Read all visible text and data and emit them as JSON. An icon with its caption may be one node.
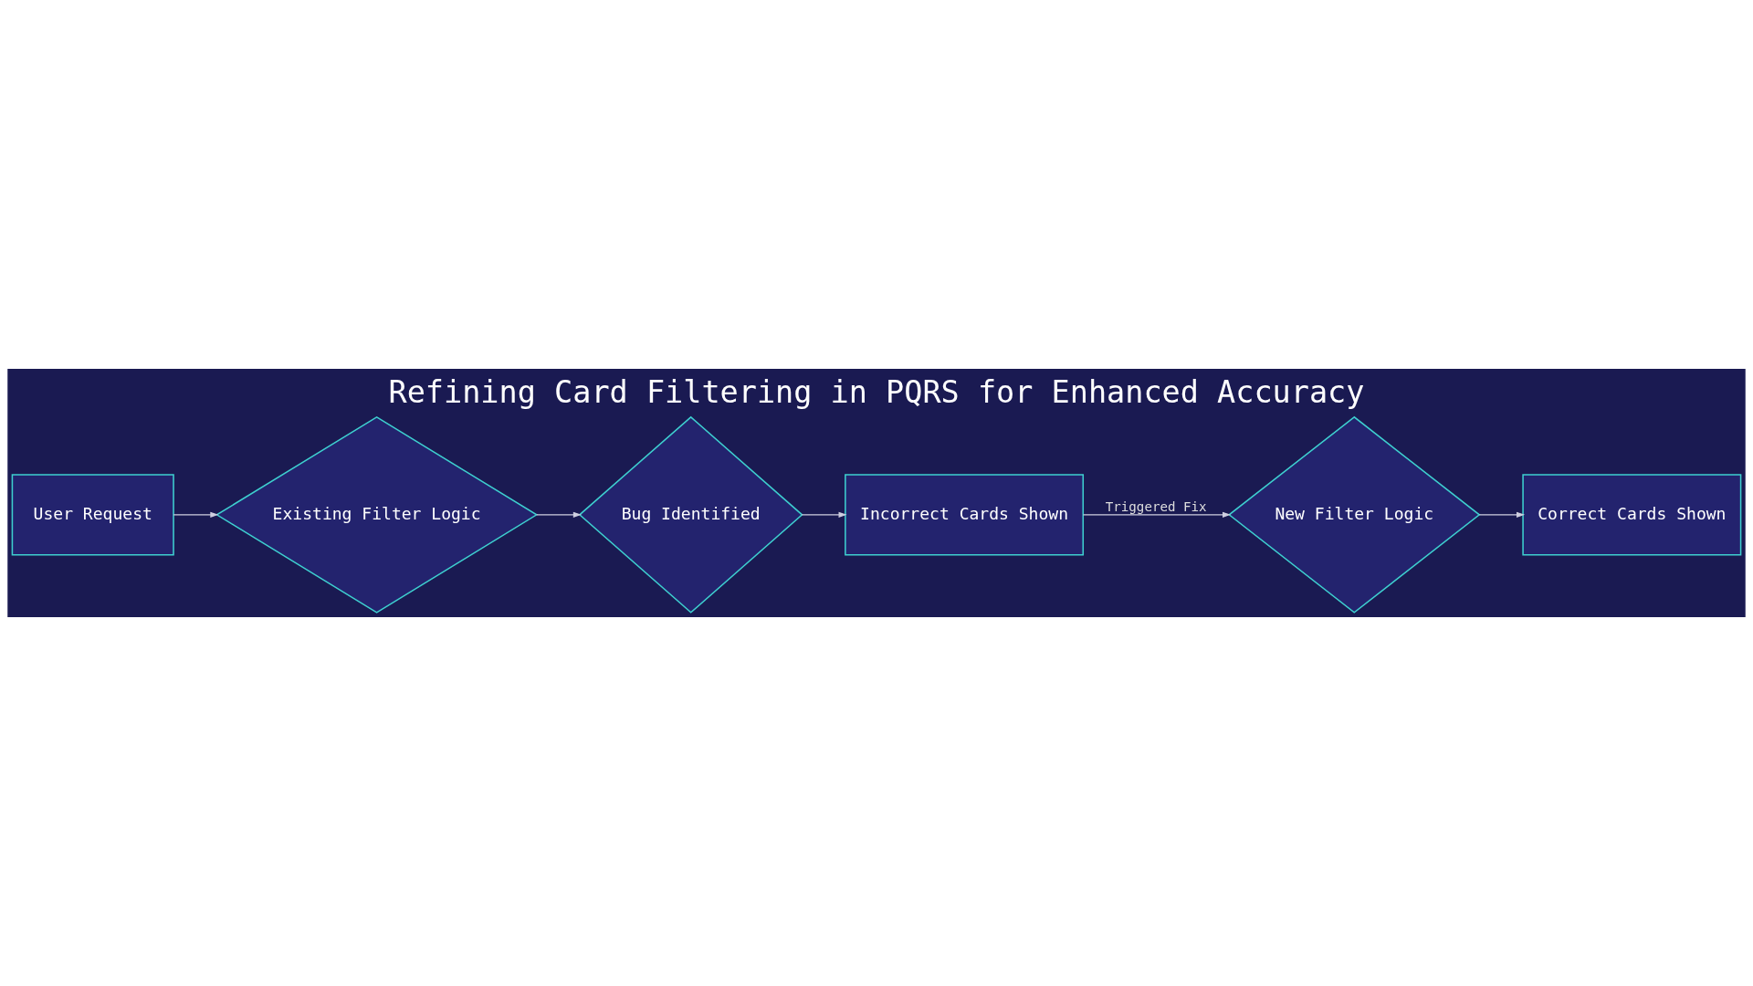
{
  "diagram": {
    "title": "Refining Card Filtering in PQRS for Enhanced Accuracy",
    "nodes": [
      {
        "text": [
          "User Request"
        ]
      },
      {
        "text": [
          "Existing Filter Logic"
        ]
      },
      {
        "text": [
          "Bug Identified"
        ]
      },
      {
        "text": [
          "Incorrect Cards Shown"
        ]
      },
      {
        "text": [
          "New Filter Logic"
        ]
      },
      {
        "text": [
          "Correct Cards Shown"
        ]
      }
    ],
    "edges": [
      {
        "from": 0,
        "to": 1,
        "arrow": "to"
      },
      {
        "from": 1,
        "to": 2,
        "arrow": "to"
      },
      {
        "from": 2,
        "to": 3,
        "arrow": "to"
      },
      {
        "from": 3,
        "to": 4,
        "arrow": "to",
        "label": "Triggered Fix"
      },
      {
        "from": 4,
        "to": 5,
        "arrow": "to"
      }
    ]
  }
}
